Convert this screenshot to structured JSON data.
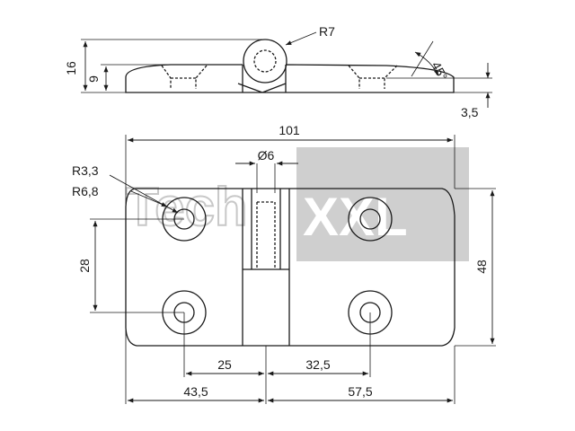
{
  "drawing": {
    "watermark": {
      "text_left": "Tech",
      "text_right": "XXL",
      "box_color": "#cccccc"
    },
    "side_view": {
      "dims": {
        "height_total": "16",
        "height_leaf": "9",
        "radius": "R7",
        "angle": "45°",
        "thickness": "3,5"
      }
    },
    "top_view": {
      "dims": {
        "overall_width": "101",
        "pin_diameter": "Ø6",
        "hole_radius": "R3,3",
        "boss_radius": "R6,8",
        "overall_height": "48",
        "hole_spacing_vertical": "28",
        "left_hole_offset": "25",
        "right_hole_offset": "32,5",
        "left_half_width": "43,5",
        "right_half_width": "57,5"
      }
    },
    "colors": {
      "line": "#1a1a1a",
      "watermark": "#cccccc"
    }
  }
}
